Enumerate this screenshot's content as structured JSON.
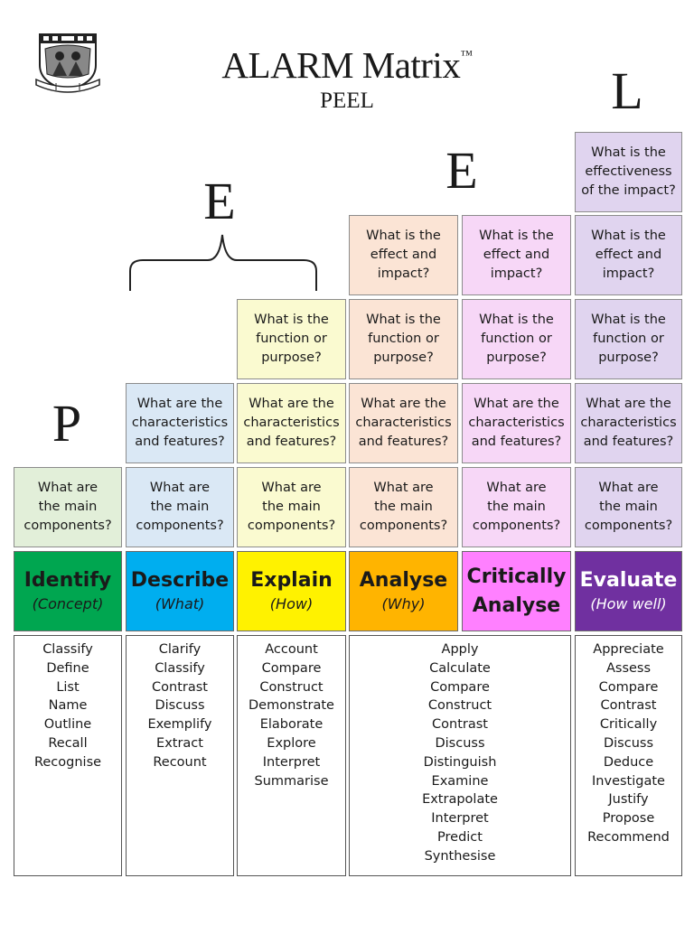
{
  "header": {
    "title": "ALARM Matrix",
    "trademark": "™",
    "subtitle": "PEEL"
  },
  "peel_letters": {
    "p": "P",
    "e1": "E",
    "e2": "E",
    "l": "L"
  },
  "colors": {
    "identify": "#00a650",
    "describe": "#00aeef",
    "explain": "#fff200",
    "analyse": "#ffb400",
    "critically_analyse": "#ff80ff",
    "evaluate": "#7030a0",
    "identify_light": "#e2efd9",
    "describe_light": "#dae8f5",
    "explain_light": "#fafad0",
    "analyse_light": "#fbe4d5",
    "critically_light": "#f7d7f7",
    "evaluate_light": "#e0d4ef"
  },
  "questions": {
    "components": "What are the main components?",
    "characteristics": "What are the characteristics and features?",
    "function": "What is the function or purpose?",
    "effect": "What is the effect and impact?",
    "effectiveness": "What is the effectiveness of the impact?"
  },
  "q_lines": {
    "components": [
      "What are",
      "the main",
      "components?"
    ],
    "characteristics": [
      "What are the",
      "characteristics",
      "and features?"
    ],
    "function": [
      "What is the",
      "function or",
      "purpose?"
    ],
    "effect": [
      "What is the",
      "effect and",
      "impact?"
    ],
    "effectiveness": [
      "What is the",
      "effectiveness",
      "of the impact?"
    ]
  },
  "columns": [
    {
      "name": "Identify",
      "sub": "(Concept)"
    },
    {
      "name": "Describe",
      "sub": "(What)"
    },
    {
      "name": "Explain",
      "sub": "(How)"
    },
    {
      "name": "Analyse",
      "sub": "(Why)"
    },
    {
      "name_lines": [
        "Critically",
        "Analyse"
      ]
    },
    {
      "name": "Evaluate",
      "sub": "(How well)"
    }
  ],
  "verbs": {
    "identify": [
      "Classify",
      "Define",
      "List",
      "Name",
      "Outline",
      "Recall",
      "Recognise"
    ],
    "describe": [
      "Clarify",
      "Classify",
      "Contrast",
      "Discuss",
      "Exemplify",
      "Extract",
      "Recount"
    ],
    "explain": [
      "Account",
      "Compare",
      "Construct",
      "Demonstrate",
      "Elaborate",
      "Explore",
      "Interpret",
      "Summarise"
    ],
    "analyse": [
      "Apply",
      "Calculate",
      "Compare",
      "Construct",
      "Contrast",
      "Discuss",
      "Distinguish",
      "Examine",
      "Extrapolate",
      "Interpret",
      "Predict",
      "Synthesise"
    ],
    "evaluate": [
      "Appreciate",
      "Assess",
      "Compare",
      "Contrast",
      "Critically",
      "Discuss",
      "Deduce",
      "Investigate",
      "Justify",
      "Propose",
      "Recommend"
    ]
  }
}
